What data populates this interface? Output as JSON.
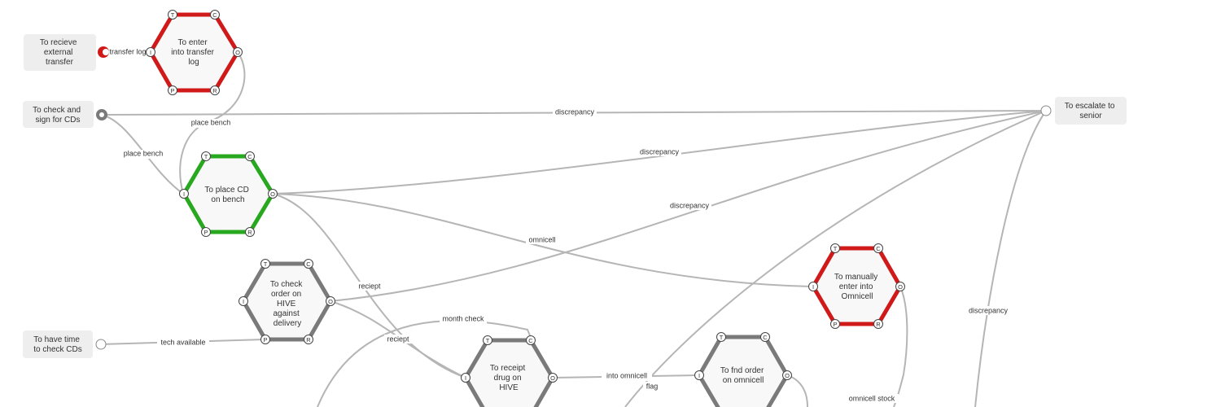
{
  "colors": {
    "red": "#d01a1a",
    "green": "#28a81e",
    "grey": "#7a7a7a",
    "edge": "#b5b5b5"
  },
  "ports": {
    "t": "T",
    "c": "C",
    "i": "I",
    "o": "O",
    "p": "P",
    "r": "R"
  },
  "nodes": {
    "transfer_log": {
      "lines": [
        "To enter",
        "into transfer",
        "log"
      ],
      "color": "red"
    },
    "place_bench": {
      "lines": [
        "To place CD",
        "on bench"
      ],
      "color": "green"
    },
    "check_hive": {
      "lines": [
        "To check",
        "order on",
        "HIVE",
        "against",
        "delivery"
      ],
      "color": "grey"
    },
    "manual_omni": {
      "lines": [
        "To manually",
        "enter into",
        "Omnicell"
      ],
      "color": "red"
    },
    "receipt_hive": {
      "lines": [
        "To receipt",
        "drug on",
        "HIVE"
      ],
      "color": "grey"
    },
    "find_omni": {
      "lines": [
        "To fnd order",
        "on omnicell"
      ],
      "color": "grey"
    }
  },
  "externals": {
    "receive_transfer": {
      "lines": [
        "To recieve",
        "external",
        "transfer"
      ]
    },
    "check_sign": {
      "lines": [
        "To check and",
        "sign for CDs"
      ]
    },
    "have_time": {
      "lines": [
        "To have time",
        "to check CDs"
      ]
    },
    "escalate": {
      "lines": [
        "To escalate to",
        "senior"
      ]
    }
  },
  "edge_labels": {
    "transfer_log": "transfer log",
    "place_bench_1": "place bench",
    "place_bench_2": "place bench",
    "discrepancy_1": "discrepancy",
    "discrepancy_2": "discrepancy",
    "discrepancy_3": "discrepancy",
    "discrepancy_4": "discrepancy",
    "omnicell": "omnicell",
    "reciept_1": "reciept",
    "reciept_2": "reciept",
    "tech_available": "tech available",
    "month_check": "month check",
    "into_omnicell": "into omnicell",
    "flag": "flag",
    "omnicell_stock": "omnicell stock"
  }
}
